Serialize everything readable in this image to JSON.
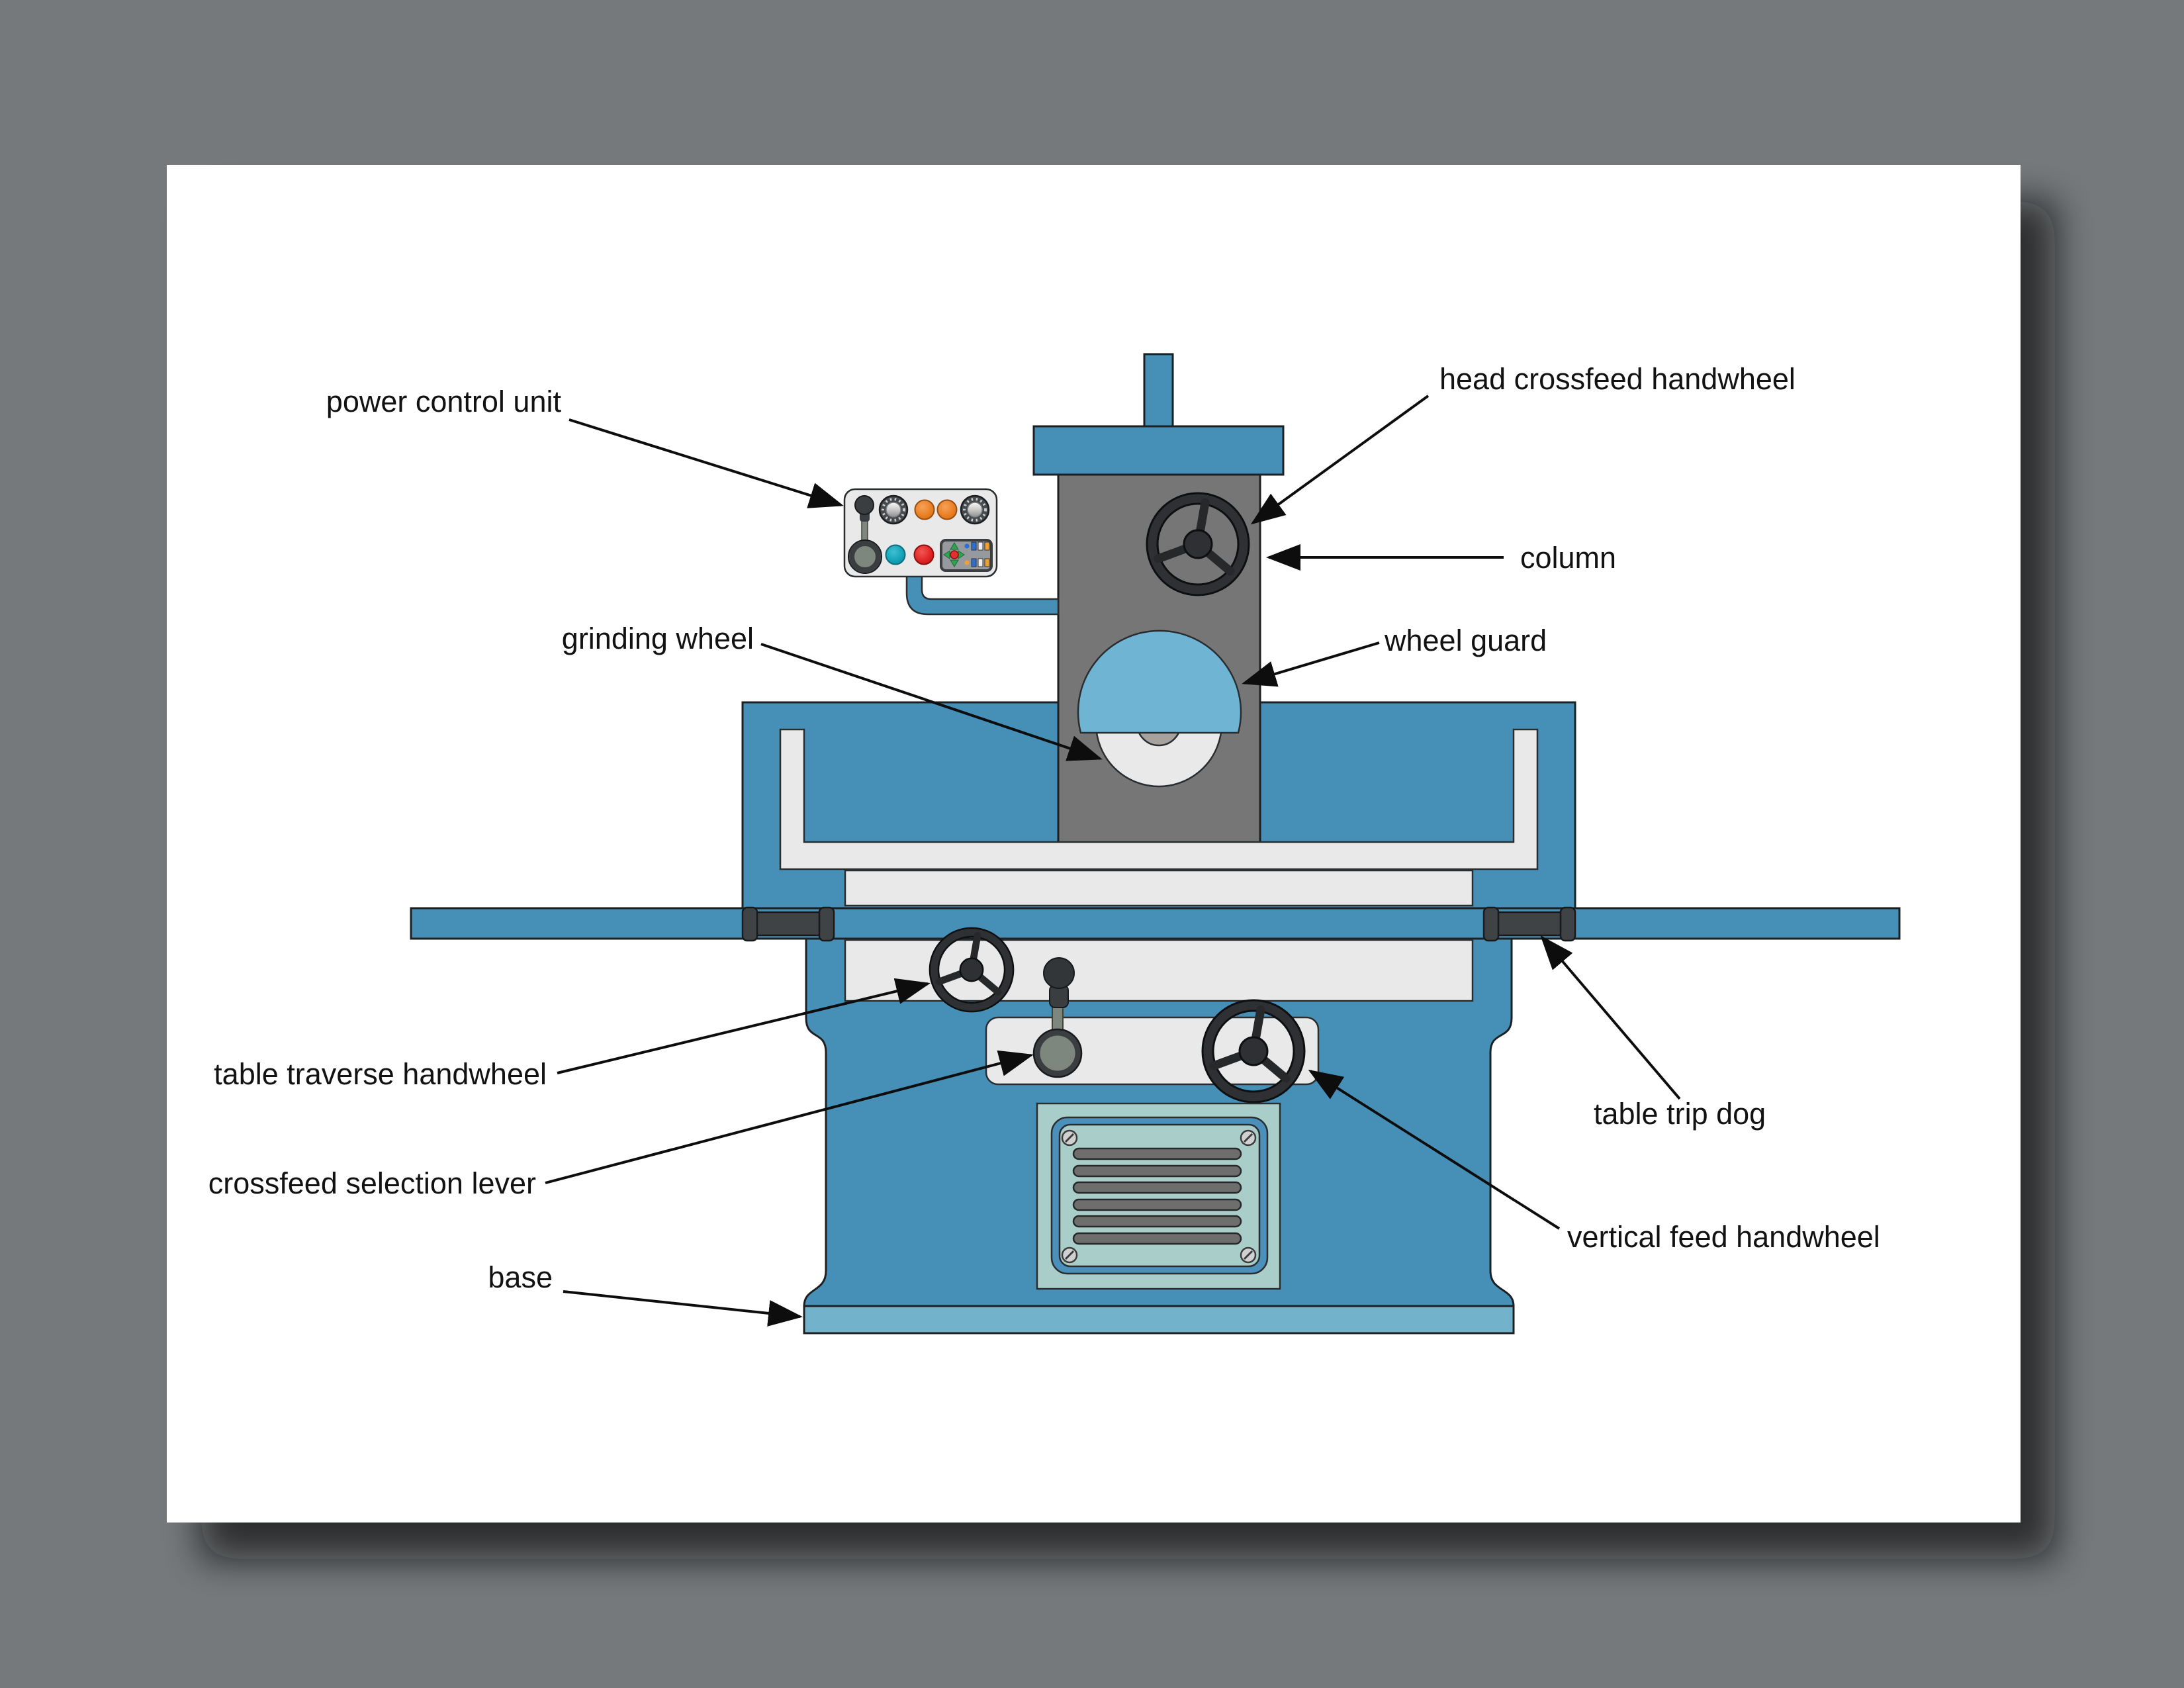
{
  "labels": {
    "power_control_unit": "power control unit",
    "head_crossfeed_handwheel": "head crossfeed handwheel",
    "column": "column",
    "grinding_wheel": "grinding wheel",
    "wheel_guard": "wheel guard",
    "table_traverse_handwheel": "table traverse handwheel",
    "table_trip_dog": "table trip dog",
    "crossfeed_selection_lever": "crossfeed selection lever",
    "vertical_feed_handwheel": "vertical feed handwheel",
    "base": "base"
  },
  "colors": {
    "background": "#75797c",
    "page": "#ffffff",
    "machine_blue": "#4690b8",
    "machine_light_blue": "#72b2cb",
    "guard_blue": "#6fb4d2",
    "column_gray": "#767676",
    "part_white": "#e9e9e9",
    "vent_teal": "#a9cec9",
    "vent_frame_blue": "#4a90bb",
    "slat_gray": "#6e6e6e",
    "dark": "#2e3033",
    "olive": "#7d877d",
    "label_text": "#121212"
  }
}
